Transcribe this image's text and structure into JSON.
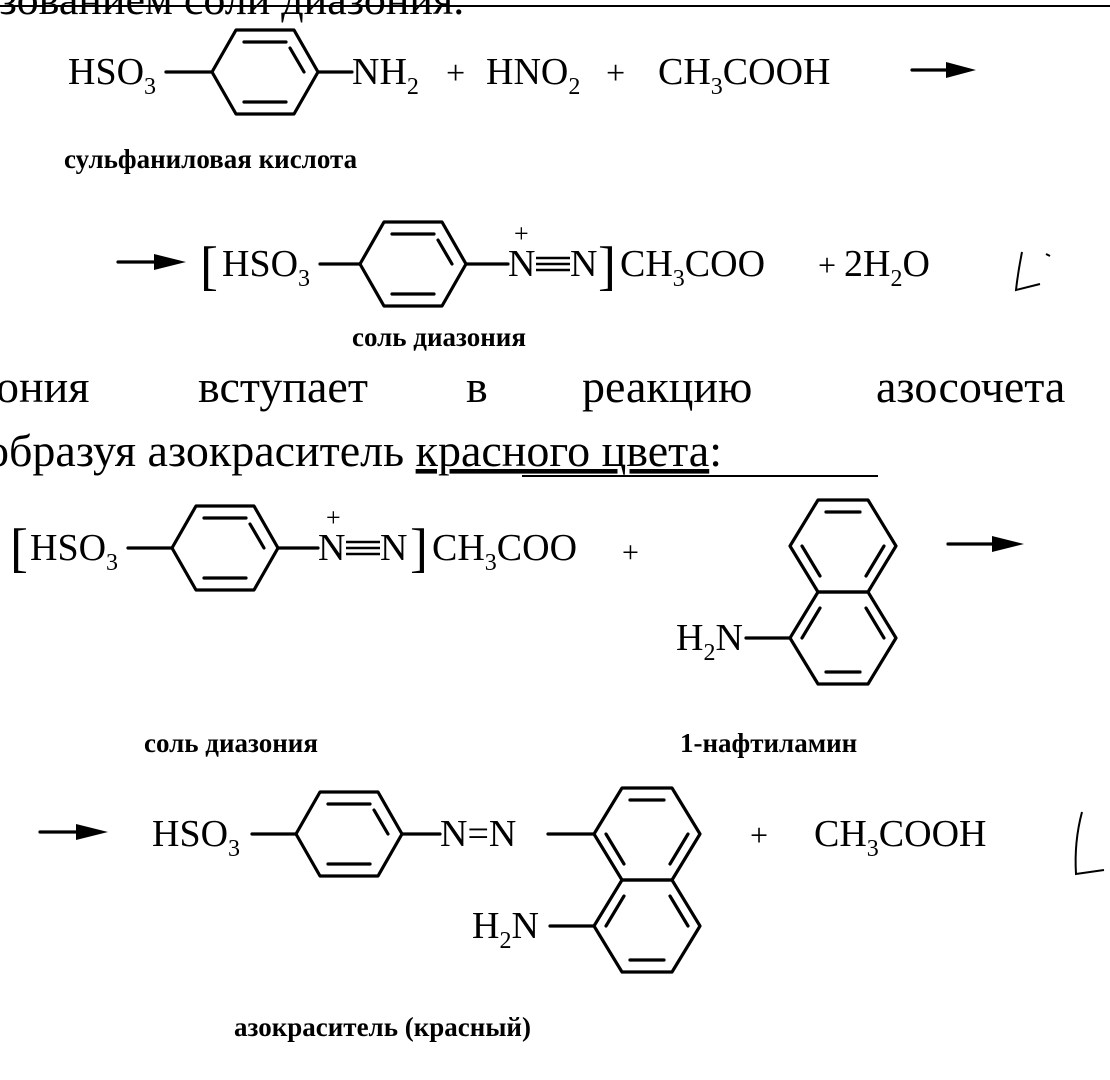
{
  "header_fragment": "азованием соли диазония.",
  "reaction1": {
    "reactant_prefix": "HSO",
    "reactant_suffix": "NH",
    "hno2": "HNO",
    "acetic": "CH",
    "acetic_tail": "COOH",
    "plus": "+",
    "reactant_name": "сульфаниловая кислота"
  },
  "reaction1_product": {
    "bracket_open": "[",
    "prefix": "HSO",
    "plus_charge": "+",
    "n_left": "N",
    "n_right": "N",
    "bracket_close": "]",
    "anion": "CH",
    "anion_tail": "COO",
    "plus": "+",
    "water": "2H",
    "water_tail": "O",
    "name": "соль диазония"
  },
  "sub2": "2",
  "sub3": "3",
  "paragraph": {
    "line1_words": [
      "ония",
      "вступает",
      "в",
      "реакцию",
      "азосочета"
    ],
    "line2_pre": "образуя азокраситель ",
    "line2_underlined": "красного цвета",
    "line2_post": ":"
  },
  "reaction2": {
    "bracket_open": "[",
    "prefix": "HSO",
    "plus_charge": "+",
    "n_left": "N",
    "n_right": "N",
    "bracket_close": "]",
    "anion": "CH",
    "anion_tail": "COO",
    "plus": "+",
    "amine": "H",
    "amine_tail": "N",
    "name_left": "соль диазония",
    "name_right": "1-нафтиламин"
  },
  "reaction3": {
    "prefix": "HSO",
    "azo": "N=N",
    "amine": "H",
    "amine_tail": "N",
    "plus": "+",
    "acetic": "CH",
    "acetic_tail": "COOH",
    "name": "азокраситель (красный)"
  }
}
